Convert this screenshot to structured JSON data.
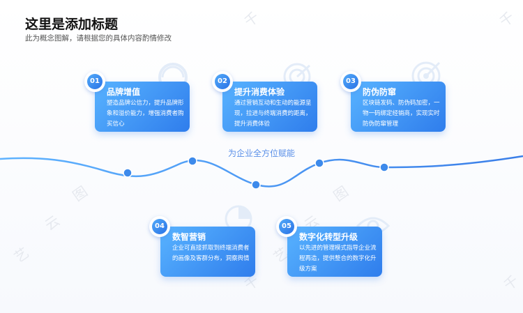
{
  "title": "这里是添加标题",
  "subtitle": "此为概念图解，请根据您的具体内容酌情修改",
  "center_label": "为企业全方位赋能",
  "cards": [
    {
      "num": "01",
      "heading": "品牌增值",
      "desc": "塑造品牌公信力，提升品牌形象和溢价能力，增强消费者购买信心"
    },
    {
      "num": "02",
      "heading": "提升消费体验",
      "desc": "通过营销互动和生动的能源呈现，拉进与终端消费的距离，提升消费体验"
    },
    {
      "num": "03",
      "heading": "防伪防窜",
      "desc": "区块链发码、防伪码加密，一物一码绑定经销商，实现实时防伪防窜管理"
    },
    {
      "num": "04",
      "heading": "数智营销",
      "desc": "企业可直接抓取到终端消费者的画像及客群分布，洞察舆情"
    },
    {
      "num": "05",
      "heading": "数字化转型升级",
      "desc": "以先进的管理模式指导企业流程再造，提供整合的数字化升级方案"
    }
  ],
  "watermark_chars": [
    "千",
    "图",
    "云",
    "艺"
  ],
  "colors": {
    "accent": "#2f7dec",
    "accent_light": "#58b3ff",
    "wave": "#4a90e8"
  }
}
